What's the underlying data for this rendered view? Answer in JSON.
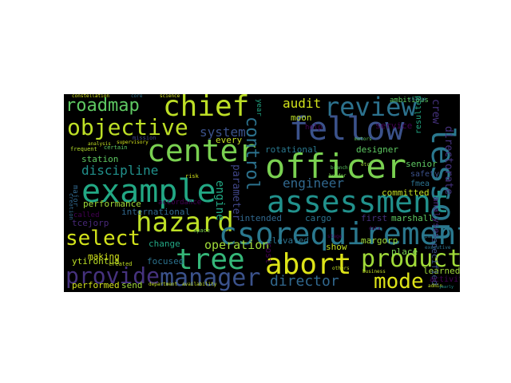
{
  "wordcloud": {
    "background": "#000000",
    "words": [
      {
        "text": "roadmap",
        "color": "#5ec962"
      },
      {
        "text": "chief",
        "color": "#bddf26"
      },
      {
        "text": "review",
        "color": "#2c728e"
      },
      {
        "text": "fellow",
        "color": "#3b528b"
      },
      {
        "text": "objective",
        "color": "#bddf26"
      },
      {
        "text": "center",
        "color": "#7ad151"
      },
      {
        "text": "officer",
        "color": "#7ad151"
      },
      {
        "text": "lesson",
        "color": "#2a788e"
      },
      {
        "text": "example",
        "color": "#22a884"
      },
      {
        "text": "assessment",
        "color": "#21918c"
      },
      {
        "text": "hazard",
        "color": "#bddf26"
      },
      {
        "text": "csorequirement",
        "color": "#2a788e"
      },
      {
        "text": "select",
        "color": "#d2e21b"
      },
      {
        "text": "tree",
        "color": "#35b779"
      },
      {
        "text": "abort",
        "color": "#dde318"
      },
      {
        "text": "product",
        "color": "#a0da39"
      },
      {
        "text": "provide",
        "color": "#46327e"
      },
      {
        "text": "manager",
        "color": "#3b528b"
      },
      {
        "text": "mode",
        "color": "#dde318"
      },
      {
        "text": "control",
        "color": "#2c728e"
      },
      {
        "text": "director",
        "color": "#31688e"
      },
      {
        "text": "engineer",
        "color": "#31688e"
      },
      {
        "text": "discipline",
        "color": "#21918c"
      },
      {
        "text": "audit",
        "color": "#d2e21b"
      },
      {
        "text": "system",
        "color": "#3b528b"
      },
      {
        "text": "every",
        "color": "#c2df23"
      },
      {
        "text": "moon",
        "color": "#bddf26"
      },
      {
        "text": "rotational",
        "color": "#2a788e"
      },
      {
        "text": "designer",
        "color": "#5ec962"
      },
      {
        "text": "station",
        "color": "#5ec962"
      },
      {
        "text": "international",
        "color": "#31688e"
      },
      {
        "text": "performance",
        "color": "#a0da39"
      },
      {
        "text": "engine",
        "color": "#22a884"
      },
      {
        "text": "parameter",
        "color": "#404688"
      },
      {
        "text": "operation",
        "color": "#a0da39"
      },
      {
        "text": "intended",
        "color": "#31688e"
      },
      {
        "text": "cargo",
        "color": "#2c728e"
      },
      {
        "text": "first",
        "color": "#46327e"
      },
      {
        "text": "marshall",
        "color": "#5ec962"
      },
      {
        "text": "show",
        "color": "#c2df23"
      },
      {
        "text": "margorp",
        "color": "#a0da39"
      },
      {
        "text": "elevated",
        "color": "#2c728e"
      },
      {
        "text": "cost",
        "color": "#440154"
      },
      {
        "text": "focused",
        "color": "#2c728e"
      },
      {
        "text": "change",
        "color": "#22a884"
      },
      {
        "text": "ytirohtua",
        "color": "#bddf26"
      },
      {
        "text": "tcejorp",
        "color": "#482878"
      },
      {
        "text": "service",
        "color": "#440154"
      },
      {
        "text": "senior",
        "color": "#5ec962"
      },
      {
        "text": "committed",
        "color": "#c2df23"
      },
      {
        "text": "analyses",
        "color": "#482878"
      },
      {
        "text": "place",
        "color": "#7ad151"
      },
      {
        "text": "learned",
        "color": "#a0da39"
      },
      {
        "text": "specified",
        "color": "#3b528b"
      },
      {
        "text": "making",
        "color": "#d2e21b"
      },
      {
        "text": "performed",
        "color": "#d2e21b"
      },
      {
        "text": "send",
        "color": "#a0da39"
      },
      {
        "text": "activity",
        "color": "#440154"
      },
      {
        "text": "crew",
        "color": "#46327e"
      },
      {
        "text": "directorate",
        "color": "#46327e"
      },
      {
        "text": "resulted",
        "color": "#22a884"
      },
      {
        "text": "ambitious",
        "color": "#5ec962"
      },
      {
        "text": "major",
        "color": "#31688e"
      },
      {
        "text": "certain",
        "color": "#5ec962"
      },
      {
        "text": "frequent",
        "color": "#b5de2b"
      },
      {
        "text": "created",
        "color": "#c2df23"
      },
      {
        "text": "called",
        "color": "#440154"
      },
      {
        "text": "space",
        "color": "#7ad151"
      },
      {
        "text": "risk",
        "color": "#d2e21b"
      },
      {
        "text": "accordance",
        "color": "#440154"
      },
      {
        "text": "year",
        "color": "#22a884"
      },
      {
        "text": "mission",
        "color": "#404688"
      },
      {
        "text": "constellation",
        "color": "#d2e21b"
      },
      {
        "text": "core",
        "color": "#2c728e"
      },
      {
        "text": "science",
        "color": "#d2e21b"
      },
      {
        "text": "analysis",
        "color": "#c2df23"
      },
      {
        "text": "supervisory",
        "color": "#d2e21b"
      },
      {
        "text": "department",
        "color": "#c2df23"
      },
      {
        "text": "availability",
        "color": "#c2df23"
      },
      {
        "text": "branch",
        "color": "#5ec962"
      },
      {
        "text": "holder",
        "color": "#7ad151"
      },
      {
        "text": "motors",
        "color": "#5ec962"
      },
      {
        "text": "etc",
        "color": "#a0da39"
      },
      {
        "text": "others",
        "color": "#c2df23"
      },
      {
        "text": "business",
        "color": "#c2df23"
      },
      {
        "text": "admin",
        "color": "#bddf26"
      },
      {
        "text": "panel",
        "color": "#2c728e"
      },
      {
        "text": "executive",
        "color": "#2c728e"
      },
      {
        "text": "creation",
        "color": "#31688e"
      },
      {
        "text": "help",
        "color": "#440154"
      },
      {
        "text": "charge",
        "color": "#2c728e"
      },
      {
        "text": "safety",
        "color": "#3b528b"
      },
      {
        "text": "fmea",
        "color": "#2c728e"
      },
      {
        "text": "data",
        "color": "#440154"
      },
      {
        "text": "stage",
        "color": "#440154"
      },
      {
        "text": "yearly",
        "color": "#21918c"
      }
    ]
  }
}
